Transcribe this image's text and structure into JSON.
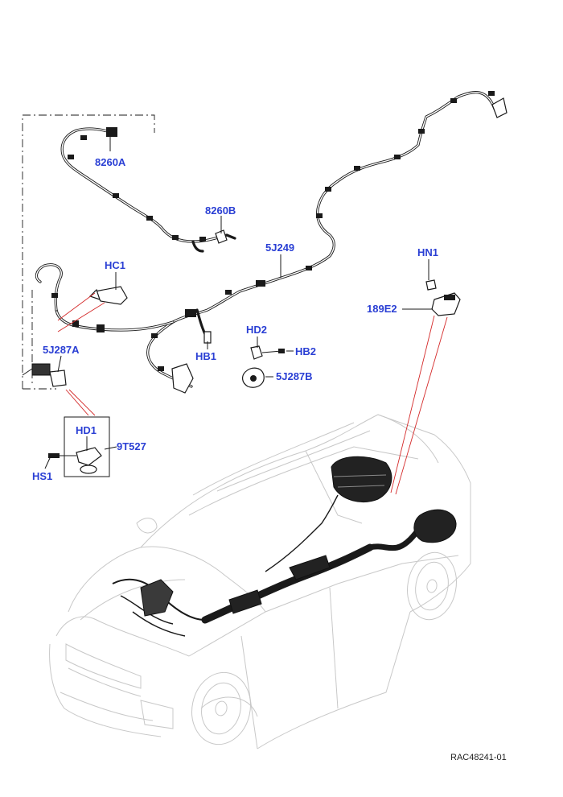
{
  "labels": {
    "c8260A": "8260A",
    "c8260B": "8260B",
    "c5J249": "5J249",
    "cHC1": "HC1",
    "c5J287A": "5J287A",
    "cHB1": "HB1",
    "cHD2": "HD2",
    "cHB2": "HB2",
    "c5J287B": "5J287B",
    "cHN1": "HN1",
    "c189E2": "189E2",
    "cHD1": "HD1",
    "c9T527": "9T527",
    "cHS1": "HS1"
  },
  "reference": "RAC48241-01",
  "colors": {
    "callout": "#2a3fd4",
    "leader_red": "#d42a2a",
    "line": "#1a1a1a",
    "car_outline": "#c8c8c8"
  }
}
